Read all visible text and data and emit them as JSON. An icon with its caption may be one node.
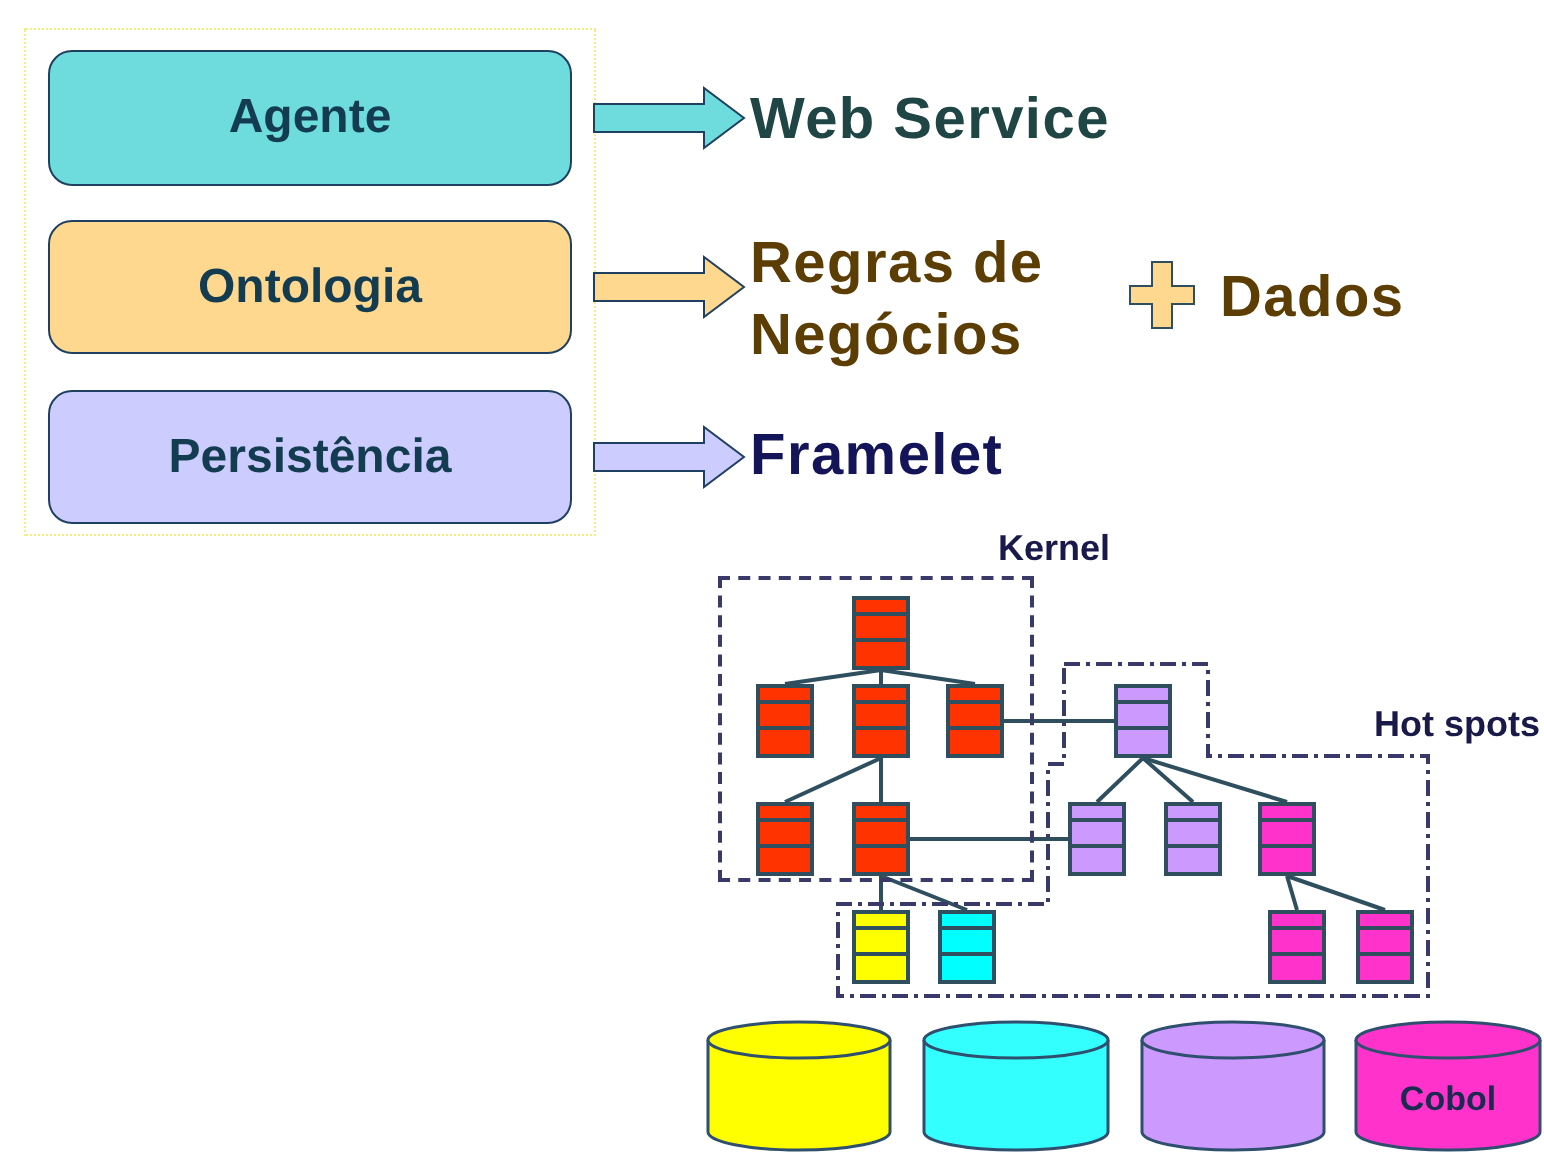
{
  "diagram": {
    "nodes": [
      {
        "text": [
          "Agente"
        ]
      },
      {
        "text": [
          "Web Service"
        ]
      },
      {
        "text": [
          "Ontologia"
        ]
      },
      {
        "text": [
          "Regras de Negócios"
        ]
      },
      {
        "text": [
          "Dados"
        ]
      },
      {
        "text": [
          "Persistência"
        ]
      },
      {
        "text": [
          "Framelet"
        ]
      },
      {
        "text": [
          "Kernel"
        ]
      },
      {
        "text": [],
        "shape": "box",
        "in": 7
      },
      {
        "text": [],
        "shape": "box",
        "in": 7
      },
      {
        "text": [],
        "shape": "box",
        "in": 7
      },
      {
        "text": [],
        "shape": "box",
        "in": 7
      },
      {
        "text": [],
        "shape": "box",
        "in": 7
      },
      {
        "text": [],
        "shape": "box",
        "in": 7
      },
      {
        "text": [
          "Hot spots"
        ]
      },
      {
        "text": [],
        "shape": "box",
        "in": 14
      },
      {
        "text": [],
        "shape": "box",
        "in": 14
      },
      {
        "text": [],
        "shape": "box",
        "in": 14
      },
      {
        "text": [],
        "shape": "box",
        "in": 14
      },
      {
        "text": [],
        "shape": "box",
        "in": 14
      },
      {
        "text": [],
        "shape": "box",
        "in": 14
      },
      {
        "text": [],
        "shape": "box",
        "in": 14
      },
      {
        "text": [],
        "shape": "box",
        "in": 14
      },
      {
        "text": [],
        "shape": "cylinder"
      },
      {
        "text": [],
        "shape": "cylinder"
      },
      {
        "text": [],
        "shape": "cylinder"
      },
      {
        "text": [
          "Cobol"
        ]
      }
    ],
    "edges": [
      {
        "from": 0,
        "to": 1,
        "arrow": "to",
        "style": "thick",
        "color": "#6edcdc"
      },
      {
        "from": 2,
        "to": 3,
        "arrow": "to",
        "style": "thick",
        "color": "#ffd890"
      },
      {
        "from": 5,
        "to": 6,
        "arrow": "to",
        "style": "thick",
        "color": "#ccccff"
      },
      {
        "from": 8,
        "to": 9,
        "arrow": "none"
      },
      {
        "from": 8,
        "to": 10,
        "arrow": "none"
      },
      {
        "from": 8,
        "to": 11,
        "arrow": "none"
      },
      {
        "from": 10,
        "to": 12,
        "arrow": "none"
      },
      {
        "from": 10,
        "to": 13,
        "arrow": "none"
      },
      {
        "from": 11,
        "to": 15,
        "arrow": "none"
      },
      {
        "from": 13,
        "to": 16,
        "arrow": "none"
      },
      {
        "from": 15,
        "to": 16,
        "arrow": "none"
      },
      {
        "from": 15,
        "to": 17,
        "arrow": "none"
      },
      {
        "from": 15,
        "to": 18,
        "arrow": "none"
      },
      {
        "from": 13,
        "to": 19,
        "arrow": "none"
      },
      {
        "from": 13,
        "to": 20,
        "arrow": "none"
      },
      {
        "from": 18,
        "to": 21,
        "arrow": "none"
      },
      {
        "from": 18,
        "to": 22,
        "arrow": "none"
      }
    ]
  }
}
